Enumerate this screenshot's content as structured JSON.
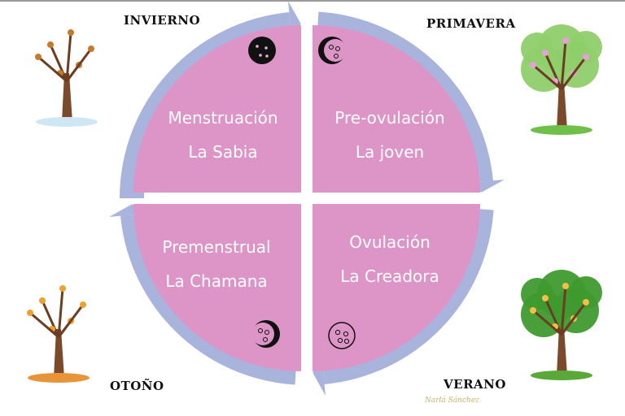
{
  "seasons": {
    "winter": "INVIERNO",
    "spring": "PRIMAVERA",
    "autumn": "OTOÑO",
    "summer": "VERANO"
  },
  "phases": [
    {
      "name": "Menstruación",
      "archetype": "La Sabia",
      "moon": "new-moon-icon"
    },
    {
      "name": "Pre-ovulación",
      "archetype": "La joven",
      "moon": "waxing-moon-icon"
    },
    {
      "name": "Ovulación",
      "archetype": "La Creadora",
      "moon": "full-moon-icon"
    },
    {
      "name": "Premenstrual",
      "archetype": "La Chamana",
      "moon": "waning-moon-icon"
    }
  ],
  "logo": {
    "text": "Narlá Sánchez"
  },
  "colors": {
    "quadrant": "#dc95c6",
    "arrow": "#a8b4dc",
    "moon_dark": "#111111"
  }
}
